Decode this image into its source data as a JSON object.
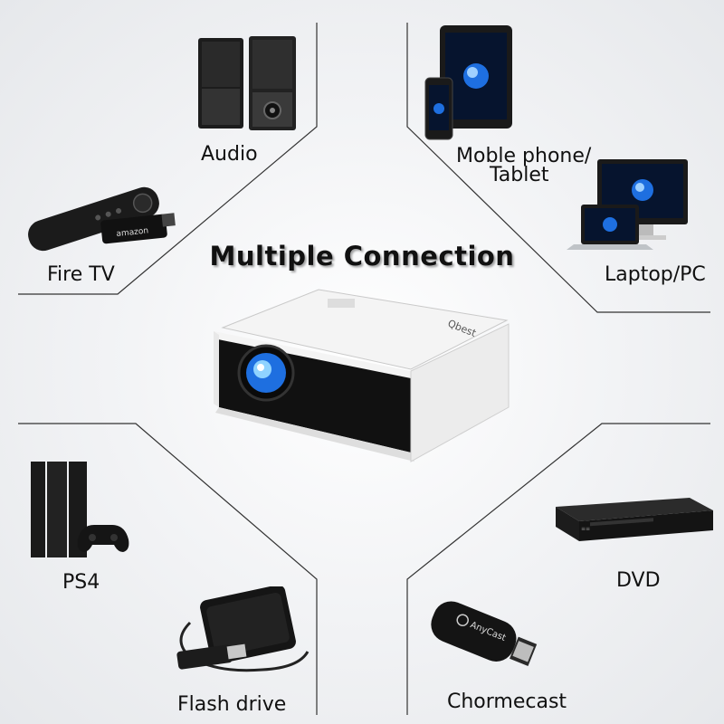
{
  "title": "Multiple Connection",
  "projector": {
    "brand": "Qbest"
  },
  "devices": [
    {
      "key": "audio",
      "label": "Audio",
      "icon": "speakers-icon"
    },
    {
      "key": "mobile",
      "label_line1": "Moble phone/",
      "label_line2": "Tablet",
      "icon": "phone-tablet-icon"
    },
    {
      "key": "firetv",
      "label": "Fire TV",
      "icon": "fire-tv-icon",
      "stick_text": "amazon"
    },
    {
      "key": "laptop",
      "label": "Laptop/PC",
      "icon": "laptop-pc-icon"
    },
    {
      "key": "ps4",
      "label": "PS4",
      "icon": "ps4-icon"
    },
    {
      "key": "dvd",
      "label": "DVD",
      "icon": "dvd-player-icon"
    },
    {
      "key": "flash",
      "label": "Flash drive",
      "icon": "flash-drive-icon"
    },
    {
      "key": "chromecast",
      "label": "Chormecast",
      "icon": "chromecast-icon",
      "dongle_text": "AnyCast"
    }
  ],
  "colors": {
    "line": "#333333",
    "screen_blue": "#1e6fe0",
    "projector_white": "#f4f4f4",
    "device_black": "#1a1a1a"
  }
}
